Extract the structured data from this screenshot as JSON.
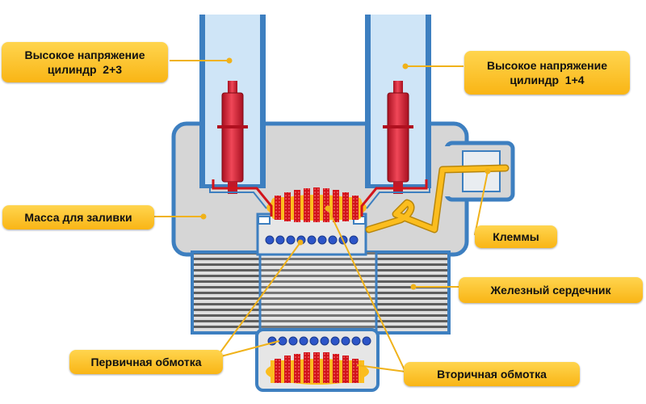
{
  "labels": {
    "hv_left_line1": "Высокое напряжение",
    "hv_left_line2": "цилиндр  2+3",
    "hv_right_line1": "Высокое напряжение",
    "hv_right_line2": "цилиндр  1+4",
    "potting": "Масса для заливки",
    "terminals": "Клеммы",
    "iron_core": "Железный сердечник",
    "primary_winding": "Первичная обмотка",
    "secondary_winding": "Вторичная обмотка"
  },
  "colors": {
    "casing": "#3d7fc0",
    "casing_fill": "#d6d6d6",
    "tube_fill": "#cfe5f7",
    "electrode": "#e0243a",
    "winding": "#d2141b",
    "primary_turns": "#2d55c8",
    "label_bg": "#fbbd1e",
    "leader": "#f0b21a",
    "core": "#666666"
  }
}
